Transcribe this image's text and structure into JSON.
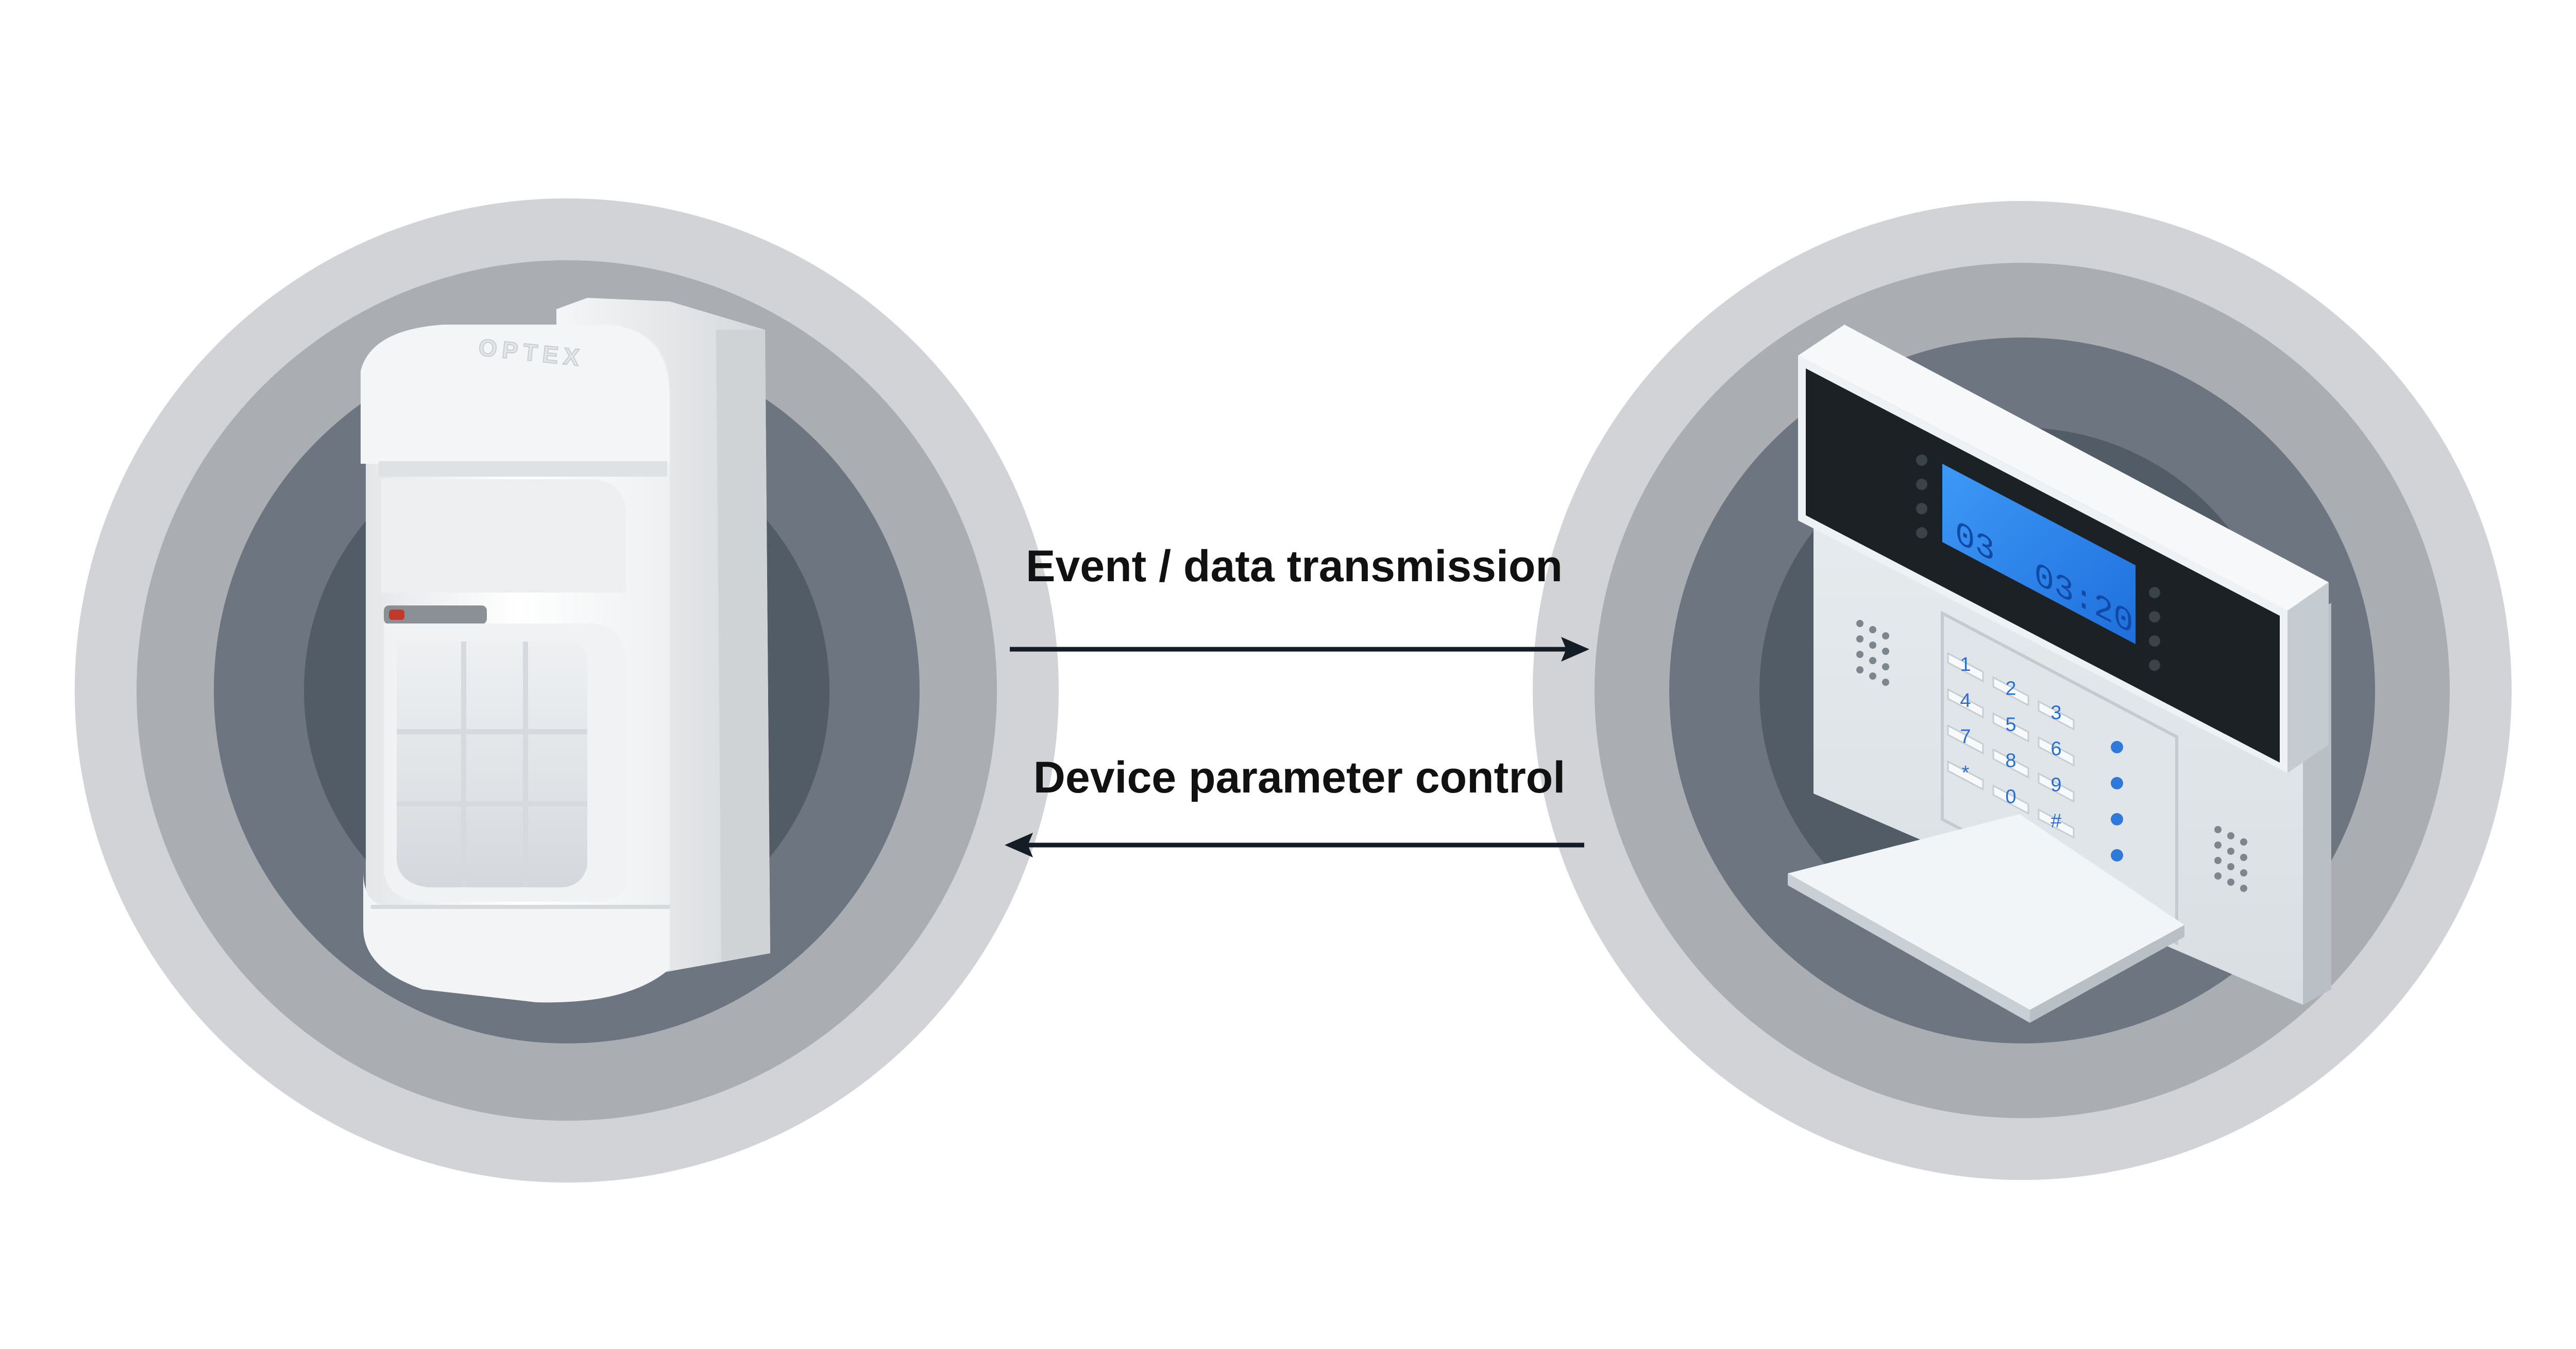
{
  "links": [
    {
      "id": "event",
      "label": "Event / data transmission",
      "direction": "to-panel"
    },
    {
      "id": "control",
      "label": "Device parameter control",
      "direction": "to-detector"
    }
  ],
  "detector": {
    "brand_text": "OPTEX",
    "ring_colors": [
      "#d1d3d6",
      "#aaaeb3",
      "#6d7680",
      "#525c67"
    ]
  },
  "panel": {
    "display_text": "03  03:20",
    "display_color": "#2a7ce9",
    "ring_colors": [
      "#d1d3d6",
      "#aaaeb3",
      "#6d7680",
      "#525c67"
    ],
    "keys": [
      "1",
      "2",
      "3",
      "4",
      "5",
      "6",
      "7",
      "8",
      "9",
      "*",
      "0",
      "#"
    ]
  }
}
